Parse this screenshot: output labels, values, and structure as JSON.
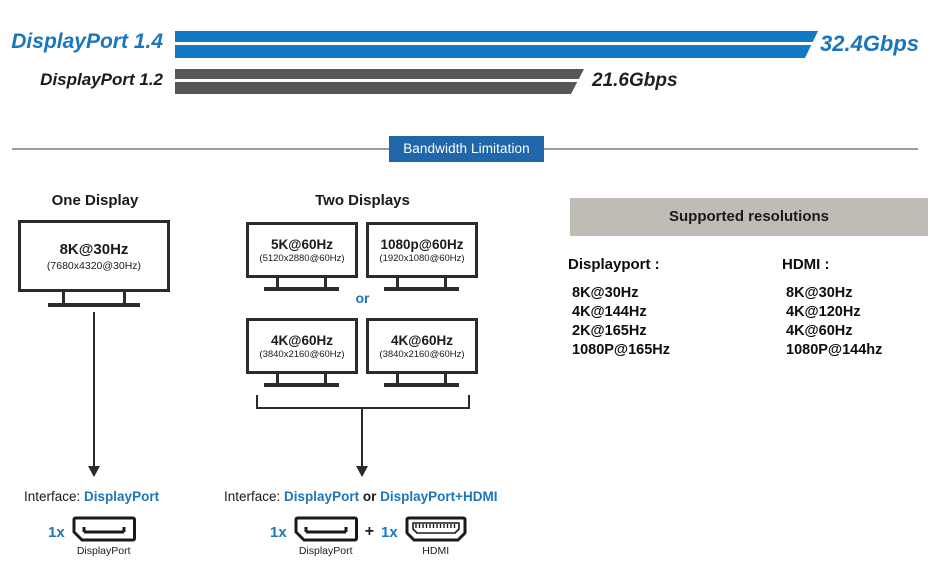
{
  "bandwidth": {
    "rows": [
      {
        "label": "DisplayPort 1.4",
        "value": "32.4Gbps",
        "color": "#1279c4"
      },
      {
        "label": "DisplayPort 1.2",
        "value": "21.6Gbps",
        "color": "#555759"
      }
    ]
  },
  "banner": {
    "text": "Bandwidth Limitation",
    "color": "#1f66ab"
  },
  "sections": {
    "one_display": {
      "title": "One Display"
    },
    "two_displays": {
      "title": "Two Displays",
      "or": "or"
    }
  },
  "monitors": {
    "one": {
      "main": "8K@30Hz",
      "sub": "(7680x4320@30Hz)"
    },
    "pair_a": [
      {
        "main": "5K@60Hz",
        "sub": "(5120x2880@60Hz)"
      },
      {
        "main": "1080p@60Hz",
        "sub": "(1920x1080@60Hz)"
      }
    ],
    "pair_b": [
      {
        "main": "4K@60Hz",
        "sub": "(3840x2160@60Hz)"
      },
      {
        "main": "4K@60Hz",
        "sub": "(3840x2160@60Hz)"
      }
    ]
  },
  "supported": {
    "title": "Supported resolutions",
    "columns": [
      {
        "header": "Displayport :",
        "items": [
          "8K@30Hz",
          "4K@144Hz",
          "2K@165Hz",
          "1080P@165Hz"
        ]
      },
      {
        "header": "HDMI :",
        "items": [
          "8K@30Hz",
          "4K@120Hz",
          "4K@60Hz",
          "1080P@144hz"
        ]
      }
    ],
    "header_bg": "#bfbcb5"
  },
  "interfaces": {
    "one": {
      "prefix": "Interface: ",
      "value": "DisplayPort",
      "connectors": [
        {
          "count": "1x",
          "name": "DisplayPort"
        }
      ]
    },
    "two": {
      "prefix": "Interface: ",
      "value": "DisplayPort",
      "conjunction": " or ",
      "value2": "DisplayPort+HDMI",
      "separator": "+",
      "connectors": [
        {
          "count": "1x",
          "name": "DisplayPort"
        },
        {
          "count": "1x",
          "name": "HDMI"
        }
      ]
    }
  },
  "accent": {
    "blue": "#1b76bc",
    "dark": "#2b2b2b"
  }
}
